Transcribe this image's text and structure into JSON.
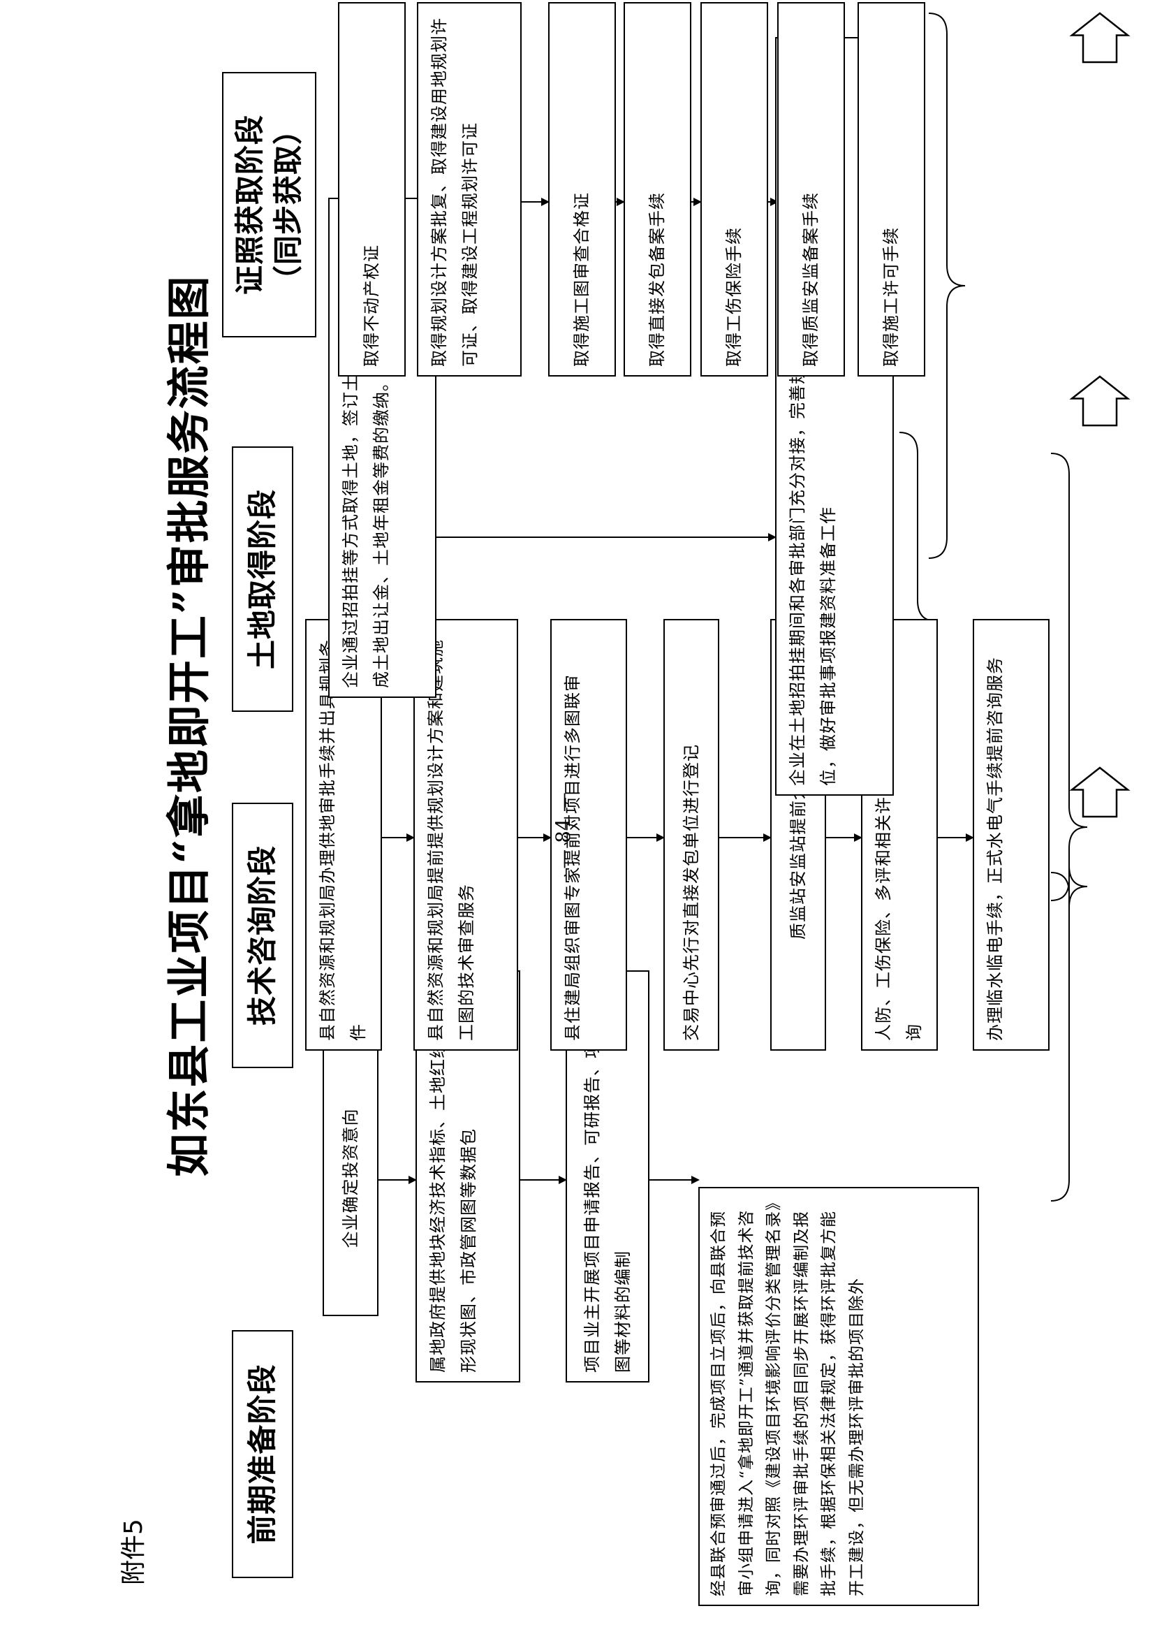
{
  "attachment_label": "附件5",
  "title": "如东县工业项目“拿地即开工”审批服务流程图",
  "page_number": "— 84 —",
  "stages": {
    "preparation": {
      "title": "前期准备阶段",
      "steps": [
        "企业确定投资意向",
        "属地政府提供地块经济技术指标、土地红线图、地形现状图、市政管网图等数据包",
        "项目业主开展项目申请报告、可研报告、项目总平图等材料的编制",
        "经县联合预审通过后，完成项目立项后，向县联合预审小组申请进入“拿地即开工”通道并获取提前技术咨询，同时对照《建设项目环境影响评价分类管理名录》需要办理环评审批手续的项目同步开展环评编制及报批手续，根据环保相关法律规定，获得环评批复方能开工建设，但无需办理环评审批的项目除外"
      ]
    },
    "consulting": {
      "title": "技术咨询阶段",
      "steps": [
        "县自然资源和规划局办理供地审批手续并出具规划条件",
        "县自然资源和规划局提前提供规划设计方案和建筑施工图的技术审查服务",
        "县住建局组织审图专家提前对项目进行多图联审",
        "交易中心先行对直接发包单位进行登记",
        "质监站安监站提前介入登记",
        "人防、工伤保险、多评和相关许可的办事指南等的咨询",
        "办理临水临电手续，正式水电气手续提前咨询服务"
      ]
    },
    "land": {
      "title": "土地取得阶段",
      "steps": [
        "企业通过招拍挂等方式取得土地，签订土地有偿使用合同，完成土地出让金、土地年租金等费的缴纳。",
        "企业在土地招拍挂期间和各审批部门充分对接，完善规划方案设计、施工图审查，确定施工单位，做好审批事项报建资料准备工作"
      ]
    },
    "license": {
      "title": "证照获取阶段（同步获取）",
      "title_line1": "证照获取阶段",
      "title_line2": "（同步获取）",
      "steps": [
        "取得不动产权证",
        "取得规划设计方案批复、取得建设用地规划许可证、取得建设工程规划许可证",
        "取得施工图审查合格证",
        "取得直接发包备案手续",
        "取得工伤保险手续",
        "取得质监安监备案手续",
        "取得施工许可手续"
      ]
    }
  }
}
